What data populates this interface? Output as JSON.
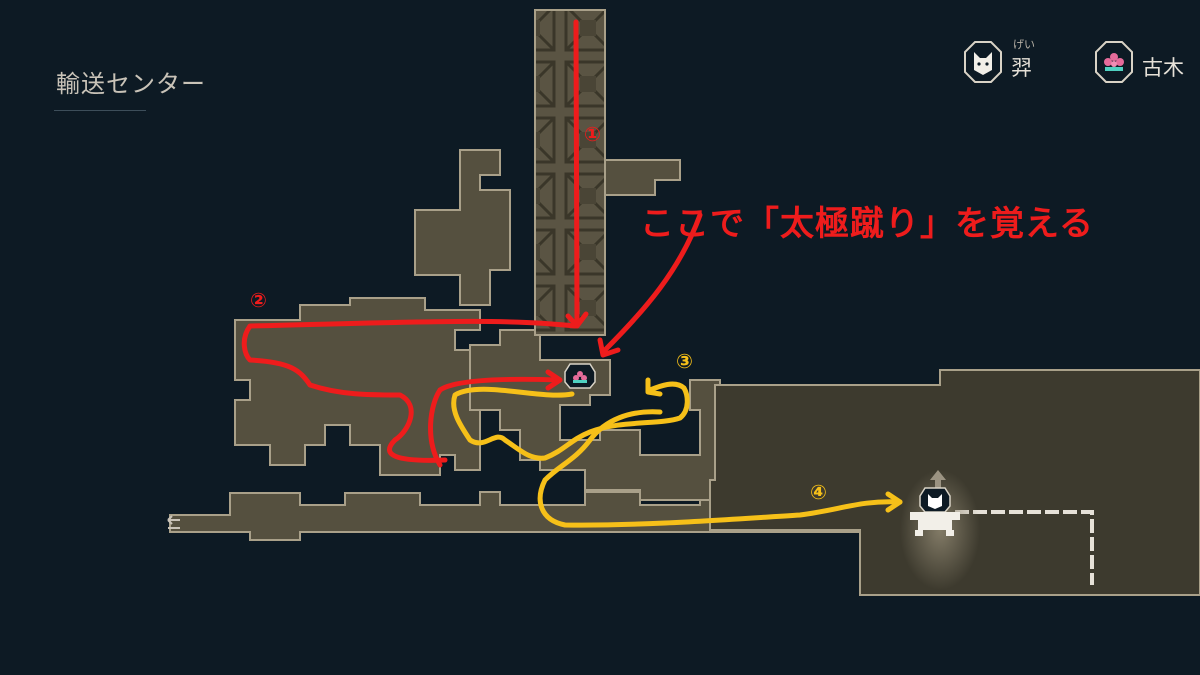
{
  "area": {
    "title": "輸送センター"
  },
  "legend": [
    {
      "ruby": "げい",
      "label": "羿",
      "icon": "fox-mask-icon"
    },
    {
      "ruby": "",
      "label": "古木",
      "icon": "lotus-icon"
    }
  ],
  "annotation": {
    "callout": "ここで「太極蹴り」を覚える",
    "steps": [
      "①",
      "②",
      "③",
      "④"
    ]
  },
  "colors": {
    "background": "#0d1a24",
    "room_fill": "#55503f",
    "room_edge": "#a9a089",
    "route_red": "#ee1c1c",
    "route_yellow": "#f6c019"
  }
}
